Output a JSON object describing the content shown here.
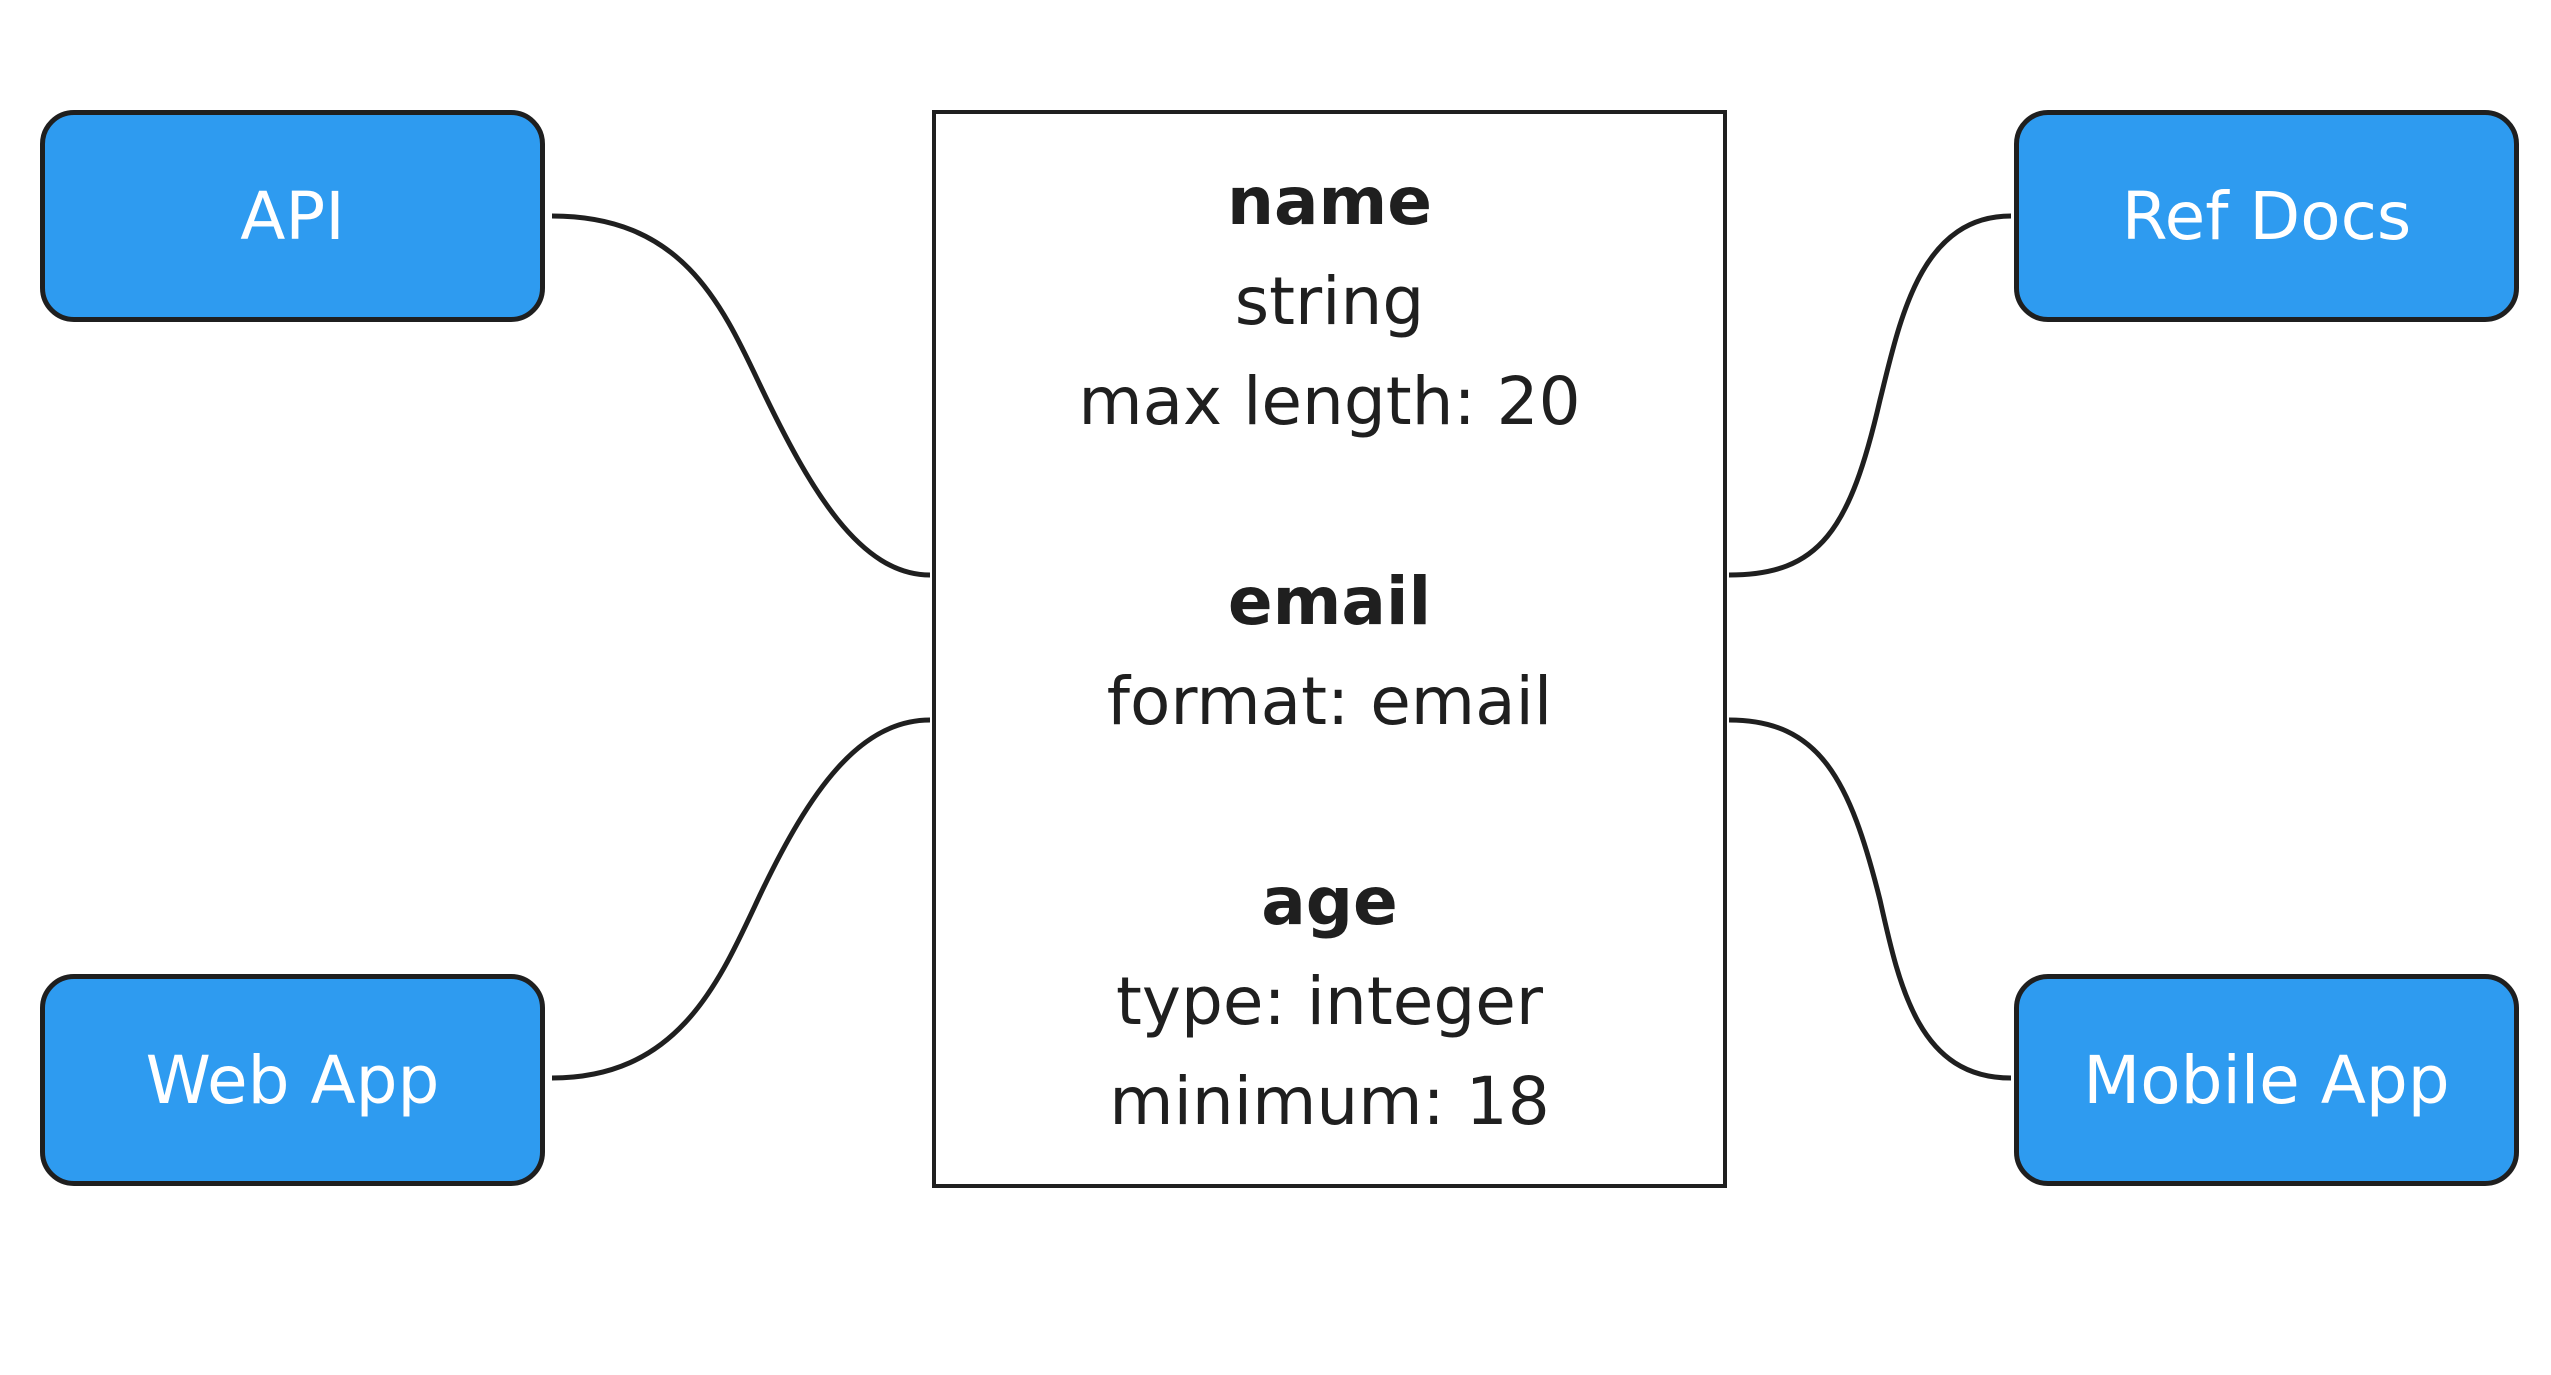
{
  "colors": {
    "node_fill": "#2e9bf0",
    "border": "#1f1f1f",
    "text_dark": "#1f1f1f",
    "text_light": "#ffffff"
  },
  "nodes": {
    "api": {
      "label": "API"
    },
    "web_app": {
      "label": "Web App"
    },
    "ref_docs": {
      "label": "Ref Docs"
    },
    "mobile_app": {
      "label": "Mobile App"
    }
  },
  "schema": {
    "fields": [
      {
        "name": "name",
        "details": [
          "string",
          "max length: 20"
        ]
      },
      {
        "name": "email",
        "details": [
          "format: email"
        ]
      },
      {
        "name": "age",
        "details": [
          "type: integer",
          "minimum: 18"
        ]
      }
    ]
  }
}
